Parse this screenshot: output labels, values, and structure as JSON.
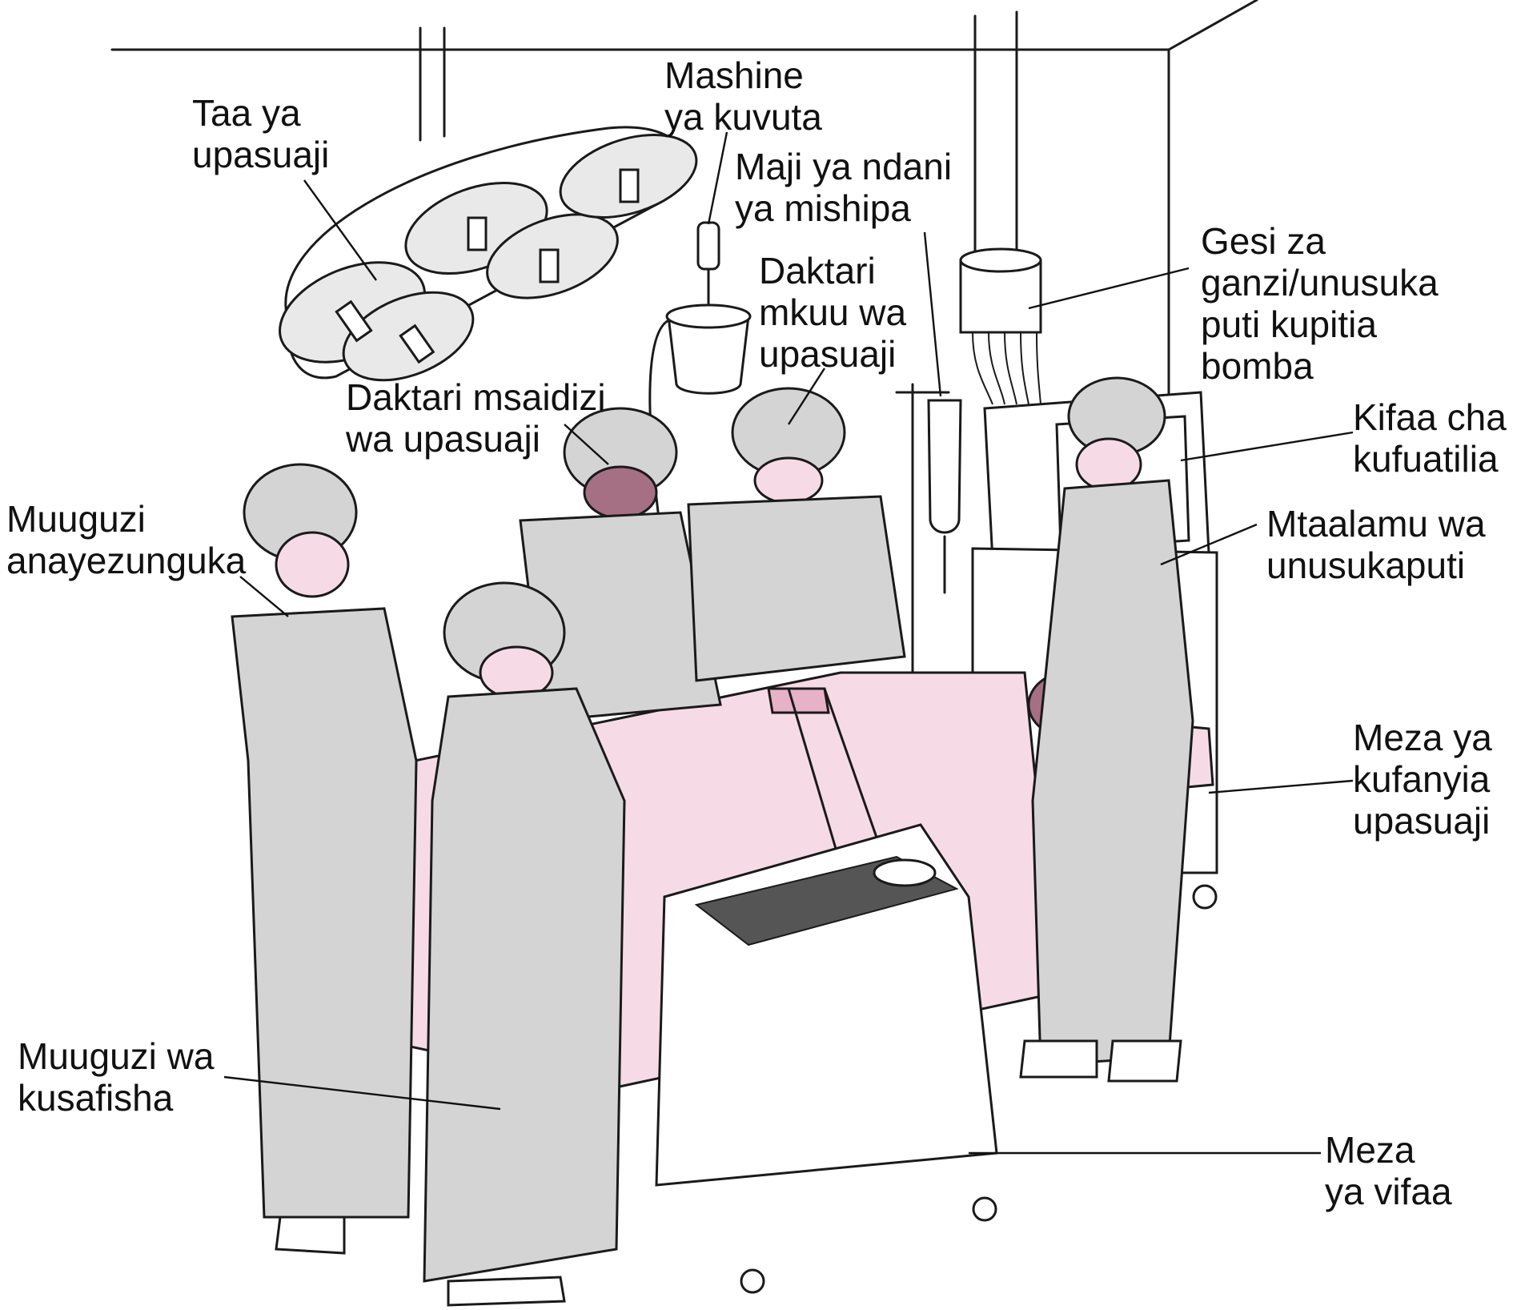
{
  "labels": {
    "taa": {
      "line1": "Taa ya",
      "line2": "upasuaji"
    },
    "mashine": {
      "line1": "Mashine",
      "line2": "ya kuvuta"
    },
    "maji": {
      "line1": "Maji ya ndani",
      "line2": "ya mishipa"
    },
    "gesi": {
      "line1": "Gesi za",
      "line2": "ganzi/unusuka",
      "line3": "puti kupitia",
      "line4": "bomba"
    },
    "daktari_mkuu": {
      "line1": "Daktari",
      "line2": "mkuu wa",
      "line3": "upasuaji"
    },
    "daktari_msaidizi": {
      "line1": "Daktari msaidizi",
      "line2": "wa upasuaji"
    },
    "kifaa": {
      "line1": "Kifaa cha",
      "line2": "kufuatilia"
    },
    "muuguzi_anayezunguka": {
      "line1": "Muuguzi",
      "line2": "anayezunguka"
    },
    "mtaalamu": {
      "line1": "Mtaalamu wa",
      "line2": "unusukaputi"
    },
    "meza_upasuaji": {
      "line1": "Meza ya",
      "line2": "kufanyia",
      "line3": "upasuaji"
    },
    "muuguzi_kusafisha": {
      "line1": "Muuguzi wa",
      "line2": "kusafisha"
    },
    "meza_vifaa": {
      "line1": "Meza",
      "line2": "ya vifaa"
    }
  },
  "colors": {
    "scrubs": "#d4d4d4",
    "drape": "#f6dbe6",
    "skin": "#a56f84",
    "ink": "#1a1a1a"
  }
}
